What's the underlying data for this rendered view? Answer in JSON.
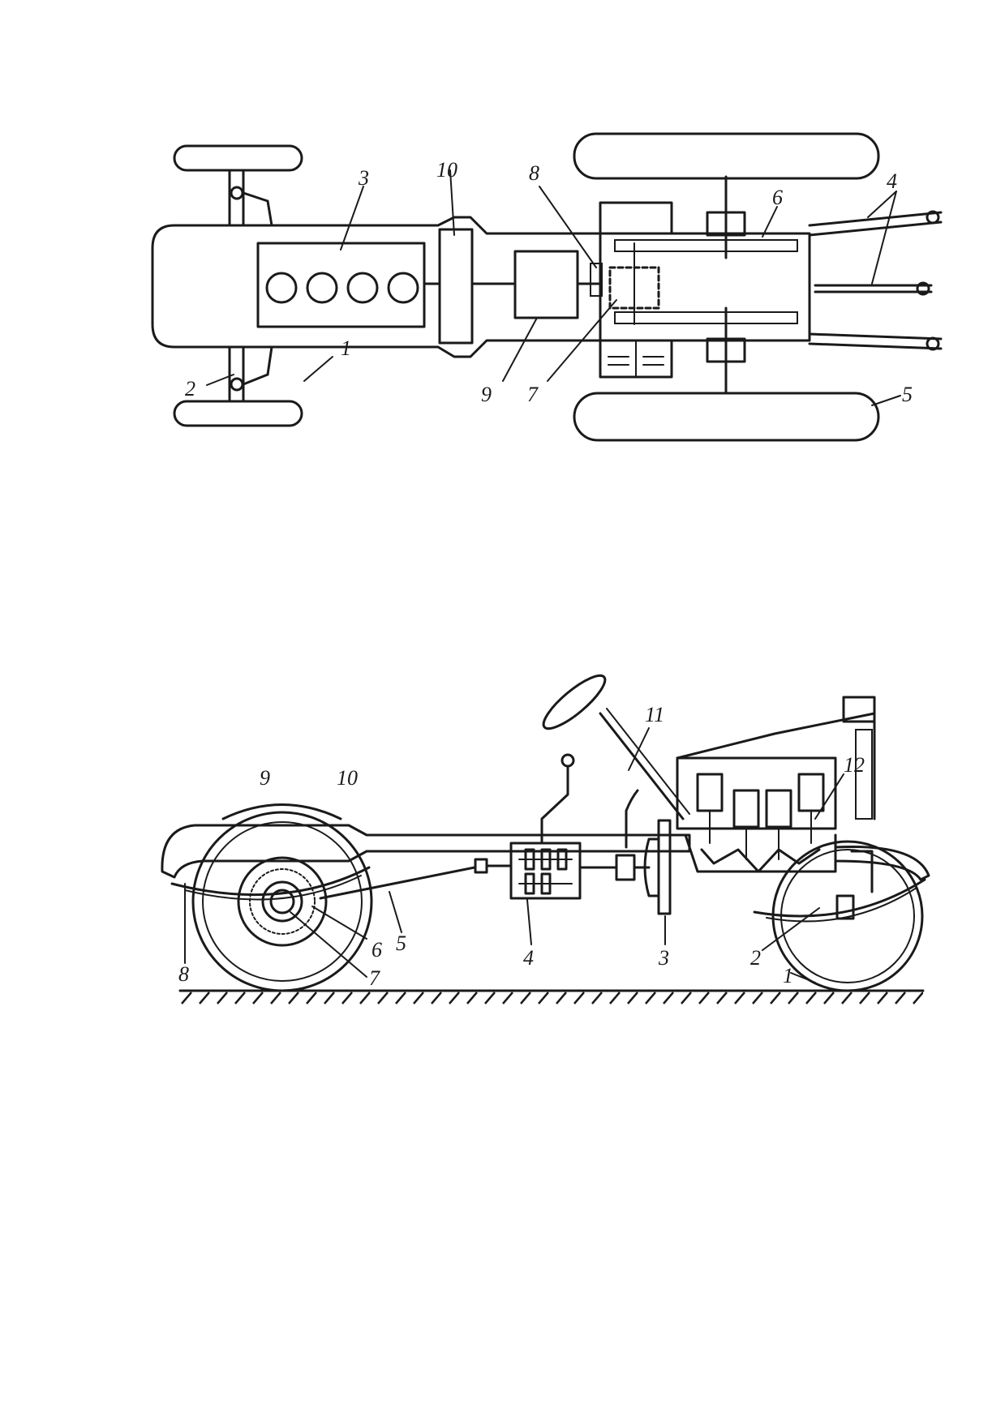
{
  "top_diagram": {
    "callouts": [
      "1",
      "2",
      "3",
      "4",
      "5",
      "6",
      "7",
      "8",
      "9",
      "10"
    ]
  },
  "side_diagram": {
    "callouts": [
      "1",
      "2",
      "3",
      "4",
      "5",
      "6",
      "7",
      "8",
      "9",
      "10",
      "11",
      "12"
    ]
  },
  "colors": {
    "ink": "#1a1a1a",
    "paper": "#ffffff"
  }
}
